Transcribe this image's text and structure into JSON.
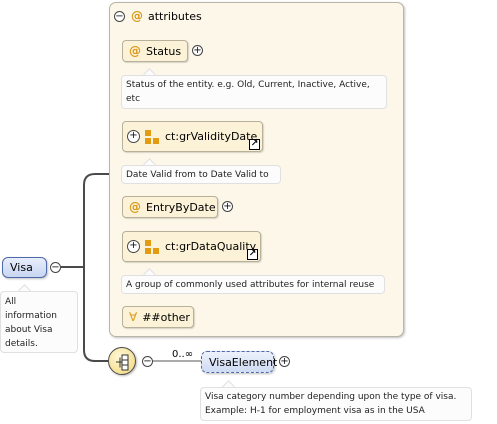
{
  "root": {
    "element_name": "Visa",
    "description": [
      "All",
      "information",
      "about Visa",
      "details."
    ]
  },
  "attributes_group": {
    "title": "attributes",
    "items": [
      {
        "kind": "attribute",
        "name": "Status",
        "description": [
          "Status of the entity. e.g. Old, Current, Inactive, Active,",
          "etc"
        ]
      },
      {
        "kind": "attribute-group",
        "name": "ct:grValidityDate",
        "description": [
          "Date Valid from to Date Valid to"
        ]
      },
      {
        "kind": "attribute",
        "name": "EntryByDate"
      },
      {
        "kind": "attribute-group",
        "name": "ct:grDataQuality",
        "description": [
          "A group of commonly used attributes for internal reuse"
        ]
      },
      {
        "kind": "any-attribute",
        "name": "##other",
        "symbol": "∀"
      }
    ]
  },
  "child": {
    "element_name": "VisaElement",
    "cardinality": "0..∞",
    "description": [
      "Visa category number depending upon the type of visa.",
      "Example: H-1 for employment visa as in the USA"
    ]
  },
  "symbols": {
    "collapse": "⊖",
    "expand": "⊕",
    "minus": "−",
    "plus": "+",
    "at": "@",
    "ref": "↗"
  },
  "colors": {
    "attribute_panel": "#fcf7e8",
    "attribute_accent": "#d99a1a",
    "element_border": "#4f6aa8",
    "element_fill": "#c8d6f2"
  }
}
